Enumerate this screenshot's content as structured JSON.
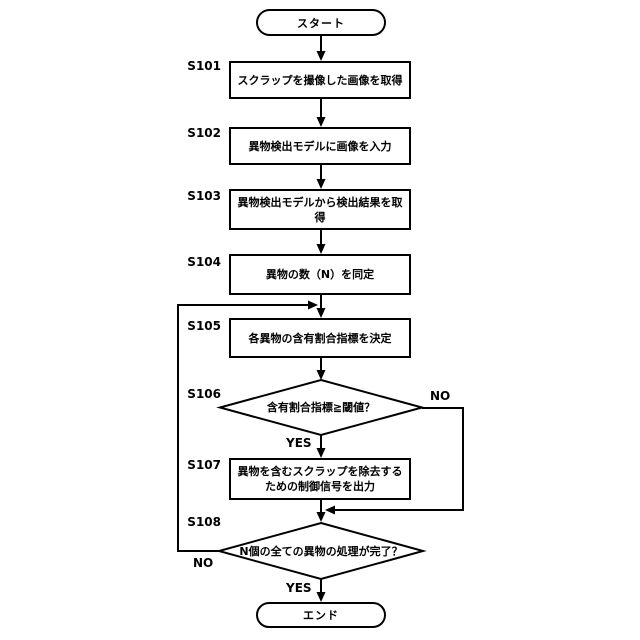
{
  "flowchart": {
    "start_label": "スタート",
    "end_label": "エンド",
    "yes_label": "YES",
    "no_label": "NO",
    "steps": [
      {
        "id": "S101",
        "type": "process",
        "text": "スクラップを撮像した画像を取得"
      },
      {
        "id": "S102",
        "type": "process",
        "text": "異物検出モデルに画像を入力"
      },
      {
        "id": "S103",
        "type": "process",
        "text": "異物検出モデルから検出結果を取得"
      },
      {
        "id": "S104",
        "type": "process",
        "text": "異物の数（N）を同定"
      },
      {
        "id": "S105",
        "type": "process",
        "text": "各異物の含有割合指標を決定"
      },
      {
        "id": "S106",
        "type": "decision",
        "text": "含有割合指標≧閾値？"
      },
      {
        "id": "S107",
        "type": "process",
        "text": "異物を含むスクラップを除去するための制御信号を出力"
      },
      {
        "id": "S108",
        "type": "decision",
        "text": "N個の全ての異物の処理が完了？"
      }
    ],
    "colors": {
      "line": "#000000",
      "background": "#ffffff",
      "text": "#000000"
    }
  }
}
